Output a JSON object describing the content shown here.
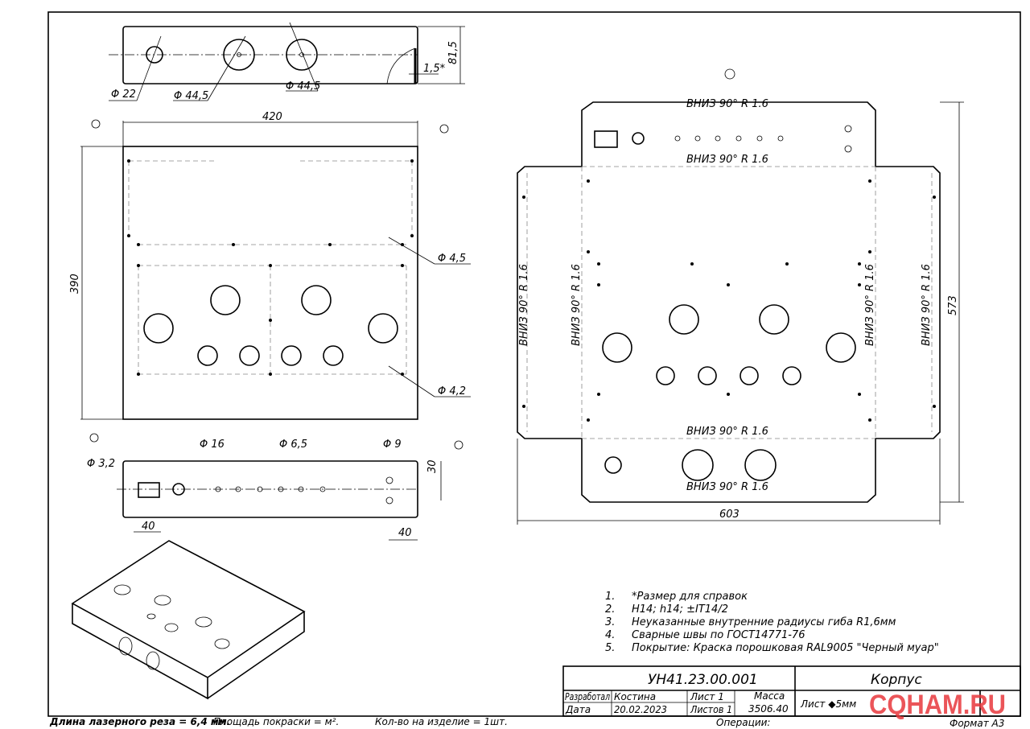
{
  "top_view": {
    "dims": [
      "Φ 22",
      "Φ 44,5",
      "Φ 44,5",
      "81,5",
      "1,5*"
    ]
  },
  "front_view": {
    "dims": [
      "420",
      "390",
      "Φ 4,5",
      "Φ 4,2"
    ]
  },
  "bottom_view": {
    "dims": [
      "Φ 3,2",
      "Φ 16",
      "Φ 6,5",
      "Φ 9",
      "30",
      "40",
      "40"
    ]
  },
  "flat_pattern": {
    "bend_label": "ВНИЗ  90°  R 1.6",
    "width": "603",
    "height": "573"
  },
  "notes": [
    {
      "num": "1.",
      "text": "*Размер для справок"
    },
    {
      "num": "2.",
      "text": "H14; h14; ±IT14/2"
    },
    {
      "num": "3.",
      "text": "Неуказанные внутренние радиусы гиба R1,6мм"
    },
    {
      "num": "4.",
      "text": "Сварные швы по ГОСТ14771-76"
    },
    {
      "num": "5.",
      "text": "Покрытие: Краска порошковая RAL9005 \"Черный муар\""
    }
  ],
  "title_block": {
    "designation": "УН41.23.00.001",
    "name": "Корпус",
    "developed_label": "Разработал",
    "developer": "Костина",
    "date_label": "Дата",
    "date": "20.02.2023",
    "sheet": "Лист 1",
    "sheets": "Листов 1",
    "mass_label": "Масса",
    "mass": "3506.40",
    "material": "Лист ◆5мм"
  },
  "footer": {
    "laser_cut": "Длина лазерного реза = 6,4 мм.",
    "paint_area": "Площадь покраски = м².",
    "quantity": "Кол-во на изделие = 1шт.",
    "operations": "Операции:",
    "format": "Формат А3"
  },
  "watermark": "CQHAM.RU"
}
